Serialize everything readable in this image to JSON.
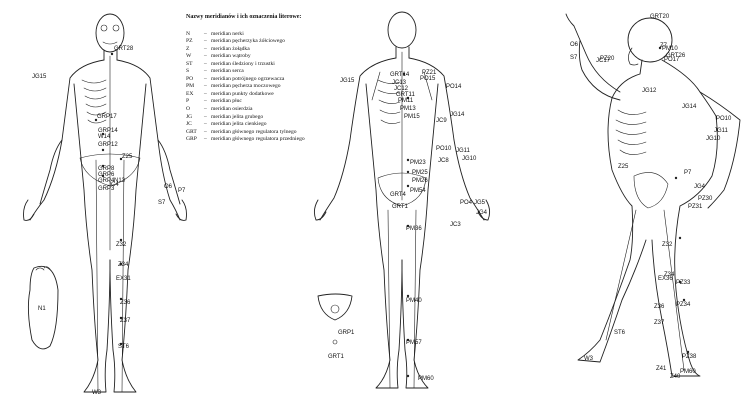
{
  "legend": {
    "title": "Nazwy meridianów i ich oznaczenia literowe:",
    "items": [
      {
        "code": "N",
        "name": "meridian nerki"
      },
      {
        "code": "PZ",
        "name": "meridian pęcherzyka żółciowego"
      },
      {
        "code": "Z",
        "name": "meridian żołądka"
      },
      {
        "code": "W",
        "name": "meridian wątroby"
      },
      {
        "code": "ST",
        "name": "meridian śledziony i trzustki"
      },
      {
        "code": "S",
        "name": "meridian serca"
      },
      {
        "code": "PO",
        "name": "meridian potrójnego ogrzewacza"
      },
      {
        "code": "PM",
        "name": "meridian pęcherza moczowego"
      },
      {
        "code": "EX",
        "name": "meridian punkty dodatkowe"
      },
      {
        "code": "P",
        "name": "meridian płuc"
      },
      {
        "code": "O",
        "name": "meridian osierdzia"
      },
      {
        "code": "JG",
        "name": "meridian jelita grubego"
      },
      {
        "code": "JC",
        "name": "meridian jelita cienkiego"
      },
      {
        "code": "GRT",
        "name": "meridian głównego regulatora tylnego"
      },
      {
        "code": "GRP",
        "name": "meridian głównego regulatora przedniego"
      }
    ]
  },
  "front_points": [
    "GRT28",
    "JG15",
    "GRP17",
    "GRP14",
    "W14",
    "GRP12",
    "Z25",
    "GRP8",
    "GRP6",
    "GRP4",
    "JC4",
    "N13",
    "GRP3",
    "O6",
    "P7",
    "S7",
    "Z32",
    "Z34",
    "EX31",
    "Z36",
    "Z37",
    "ST6",
    "W3",
    "N1"
  ],
  "back_points": [
    "PZ21",
    "GRT14",
    "PO15",
    "JC13",
    "JC12",
    "PO14",
    "GRT11",
    "PM11",
    "PM13",
    "PM15",
    "JG15",
    "JC9",
    "JG14",
    "PO10",
    "JG11",
    "JG10",
    "JC8",
    "GRT4",
    "PM23",
    "PM25",
    "PM26",
    "PM54",
    "PO4",
    "JG5",
    "JG4",
    "JC3",
    "GRT1",
    "PM36",
    "PM40",
    "PM57",
    "PM60",
    "GRT1",
    "GRP1"
  ],
  "side_points": [
    "GRT20",
    "O6",
    "S7",
    "PZ20",
    "PM10",
    "GRT26",
    "JC17",
    "Z7",
    "PO17",
    "JG12",
    "JG14",
    "PO10",
    "JG11",
    "JG10",
    "Z25",
    "P7",
    "JG4",
    "PZ30",
    "PZ31",
    "Z32",
    "Z34",
    "EX36",
    "PZ33",
    "PZ34",
    "Z36",
    "Z37",
    "ST6",
    "W3",
    "PZ38",
    "Z41",
    "PM60",
    "Z40"
  ]
}
